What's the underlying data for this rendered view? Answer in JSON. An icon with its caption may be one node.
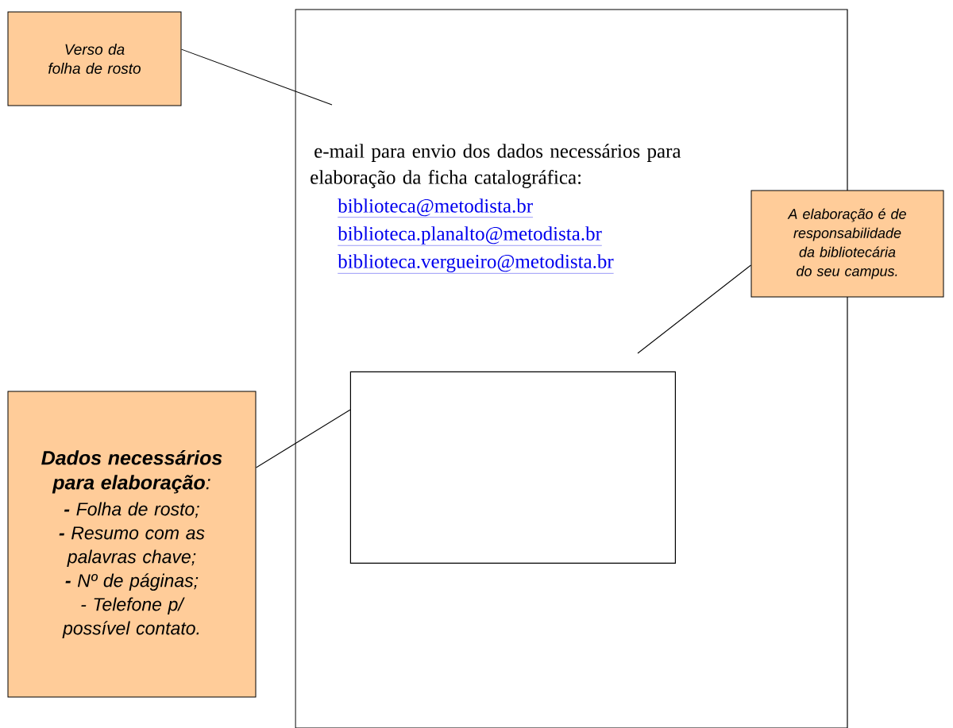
{
  "diagram": {
    "nodes": [
      {
        "text": [
          "e-mail para envio dos dados necessários para elaboração da ficha catalográfica:",
          "biblioteca@metodista.br",
          "biblioteca.planalto@metodista.br",
          "biblioteca.vergueiro@metodista.br"
        ]
      },
      {
        "text": [
          "Verso da folha de rosto"
        ]
      },
      {
        "text": [
          "A elaboração é de responsabilidade da bibliotecária do seu campus."
        ]
      },
      {
        "text": [],
        "shape": "box",
        "in": 0
      },
      {
        "text": [
          "**Dados necessários para elaboração**:",
          "**-** Folha de rosto;",
          "**-** Resumo com as palavras chave;",
          "**-** Nº de páginas;",
          "- Telefone p/ possível contato."
        ]
      }
    ],
    "edges": [
      {
        "from": 1,
        "to": null,
        "arrow": "none"
      },
      {
        "from": 2,
        "to": null,
        "arrow": "none"
      },
      {
        "from": 4,
        "to": 3,
        "arrow": "none"
      }
    ]
  }
}
